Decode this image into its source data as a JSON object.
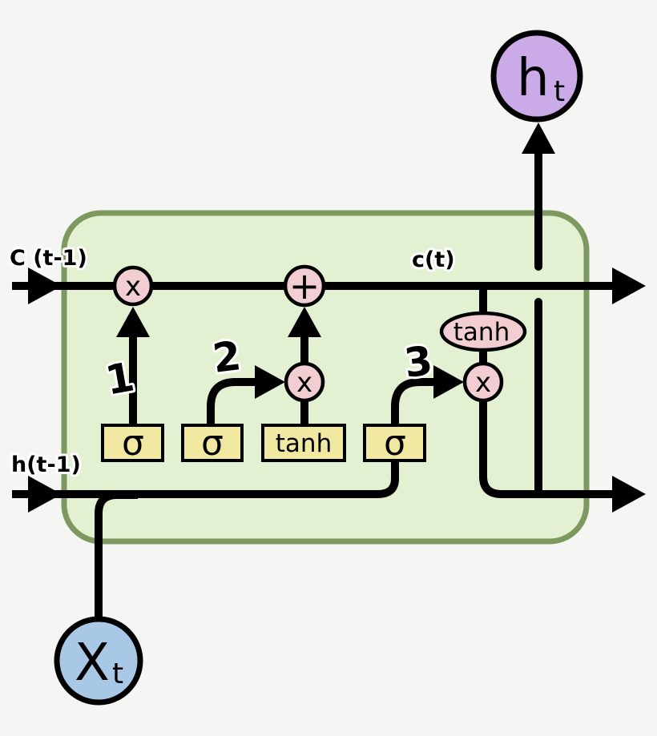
{
  "diagram": {
    "description": "LSTM memory cell diagram",
    "colors": {
      "background": "#f5f5f4",
      "cell_fill": "#e3f0d1",
      "cell_border": "#7d9960",
      "wire": "#000000",
      "operation_fill": "#f2ced2",
      "gate_fill": "#f1e9a1",
      "hidden_state_fill": "#cbaae8",
      "input_fill": "#a9c8e6"
    },
    "labels": {
      "cell_state_in": "C (t-1)",
      "cell_state_out": "c(t)",
      "hidden_state_in": "h(t-1)",
      "step_1": "1",
      "step_2": "2",
      "step_3": "3",
      "hidden_out_main": "h",
      "hidden_out_sub": "t",
      "input_main": "X",
      "input_sub": "t"
    },
    "gates": [
      {
        "name": "forget-gate-sigma",
        "label": "σ"
      },
      {
        "name": "input-gate-sigma",
        "label": "σ"
      },
      {
        "name": "candidate-tanh",
        "label": "tanh"
      },
      {
        "name": "output-gate-sigma",
        "label": "σ"
      }
    ],
    "operations": {
      "forget_multiply": "x",
      "add": "+",
      "input_multiply": "x",
      "output_multiply": "x",
      "tanh_activation": "tanh"
    }
  }
}
